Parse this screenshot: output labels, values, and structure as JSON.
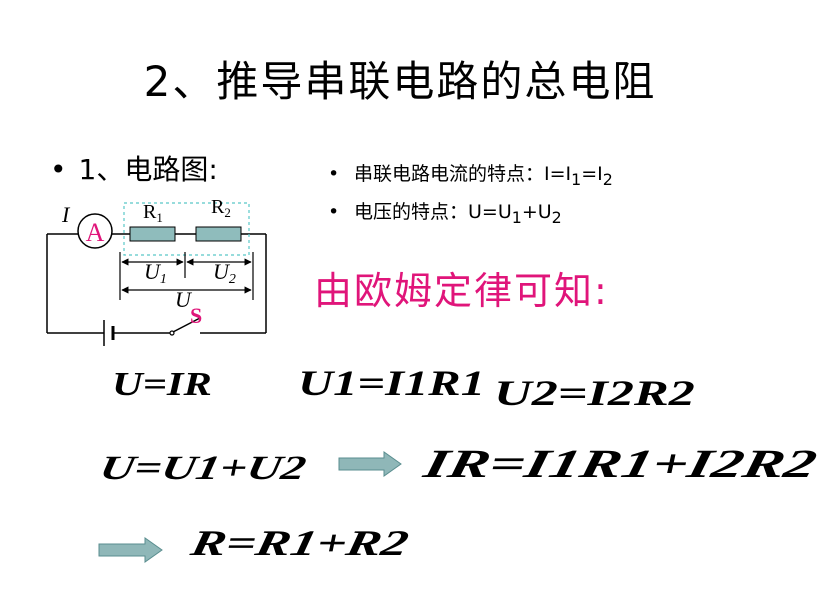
{
  "slide": {
    "title": "2、推导串联电路的总电阻",
    "bullet_dot": "•",
    "left_bullet": "1、电路图:",
    "right_bullets": [
      {
        "text": "串联电路电流的特点：I=I",
        "sub1": "1",
        "mid": "=I",
        "sub2": "2"
      },
      {
        "text": "电压的特点：U=U",
        "sub1": "1",
        "mid": "+U",
        "sub2": "2"
      }
    ],
    "ohm_heading": "由欧姆定律可知:",
    "equations": [
      "U=IR",
      "U1=I1R1",
      "U2=I2R2",
      "U=U1+U2",
      "IR=I1R1+I2R2",
      "R=R1+R2"
    ]
  },
  "circuit": {
    "current_label": "I",
    "ammeter_label": "A",
    "r1_label": "R",
    "r1_sub": "1",
    "r2_label": "R",
    "r2_sub": "2",
    "u1_label": "U",
    "u1_sub": "1",
    "u2_label": "U",
    "u2_sub": "2",
    "u_label": "U",
    "switch_label": "S"
  },
  "colors": {
    "accent": "#e0157a",
    "resistor_fill": "#8fbcbc",
    "dashed_box": "#59c8c8",
    "arrow_fill": "#8fb7b8"
  }
}
